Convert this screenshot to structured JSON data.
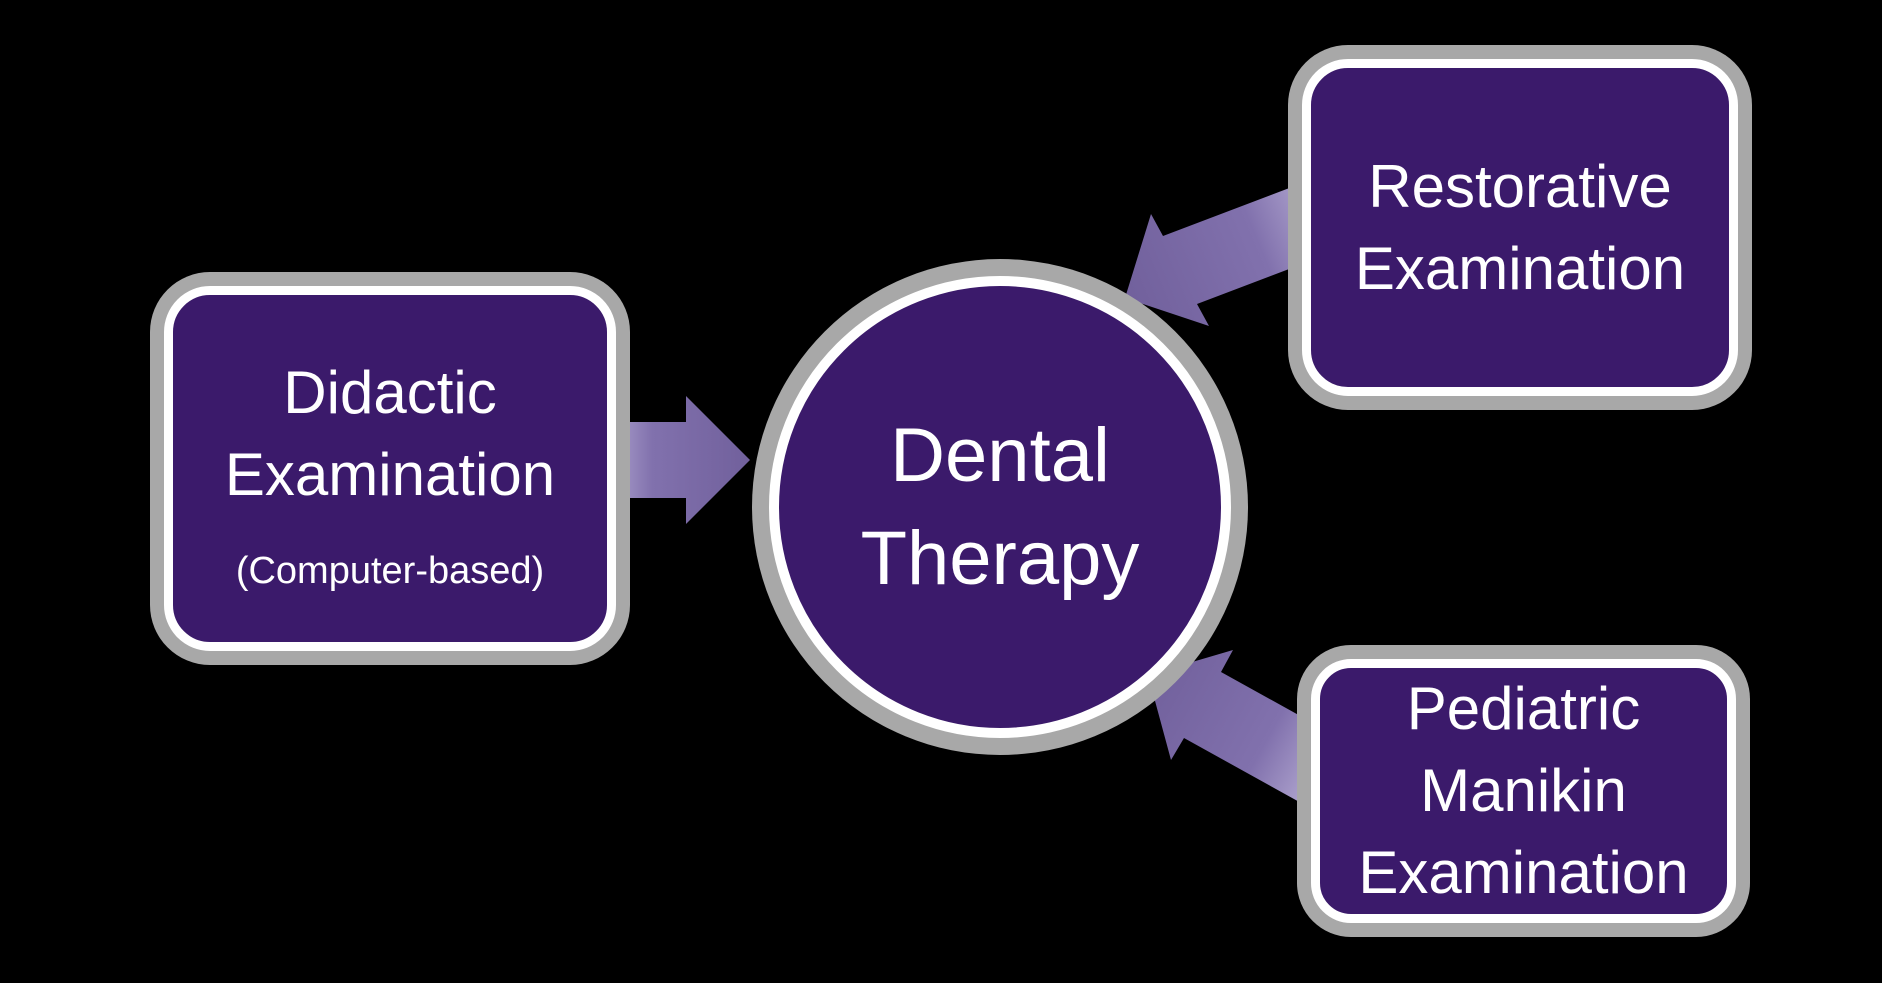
{
  "center": {
    "lines": [
      "Dental",
      "Therapy"
    ]
  },
  "nodes": [
    {
      "id": "didactic-examination",
      "lines": [
        "Didactic",
        "Examination"
      ],
      "note": "(Computer-based)"
    },
    {
      "id": "restorative-examination",
      "lines": [
        "Restorative",
        "Examination"
      ]
    },
    {
      "id": "pediatric-manikin-examination",
      "lines": [
        "Pediatric",
        "Manikin",
        "Examination"
      ]
    }
  ],
  "arrows": [
    {
      "from": "didactic-examination",
      "to": "dental-therapy"
    },
    {
      "from": "restorative-examination",
      "to": "dental-therapy"
    },
    {
      "from": "pediatric-manikin-examination",
      "to": "dental-therapy"
    }
  ],
  "colors": {
    "background": "#000000",
    "node_fill": "#3b1a6b",
    "ring_white": "#ffffff",
    "ring_gray": "#a8a8a8",
    "arrow_light": "#b5abd3",
    "arrow_mid": "#8171ad",
    "arrow_dark": "#71609c",
    "text_color": "#ffffff"
  }
}
